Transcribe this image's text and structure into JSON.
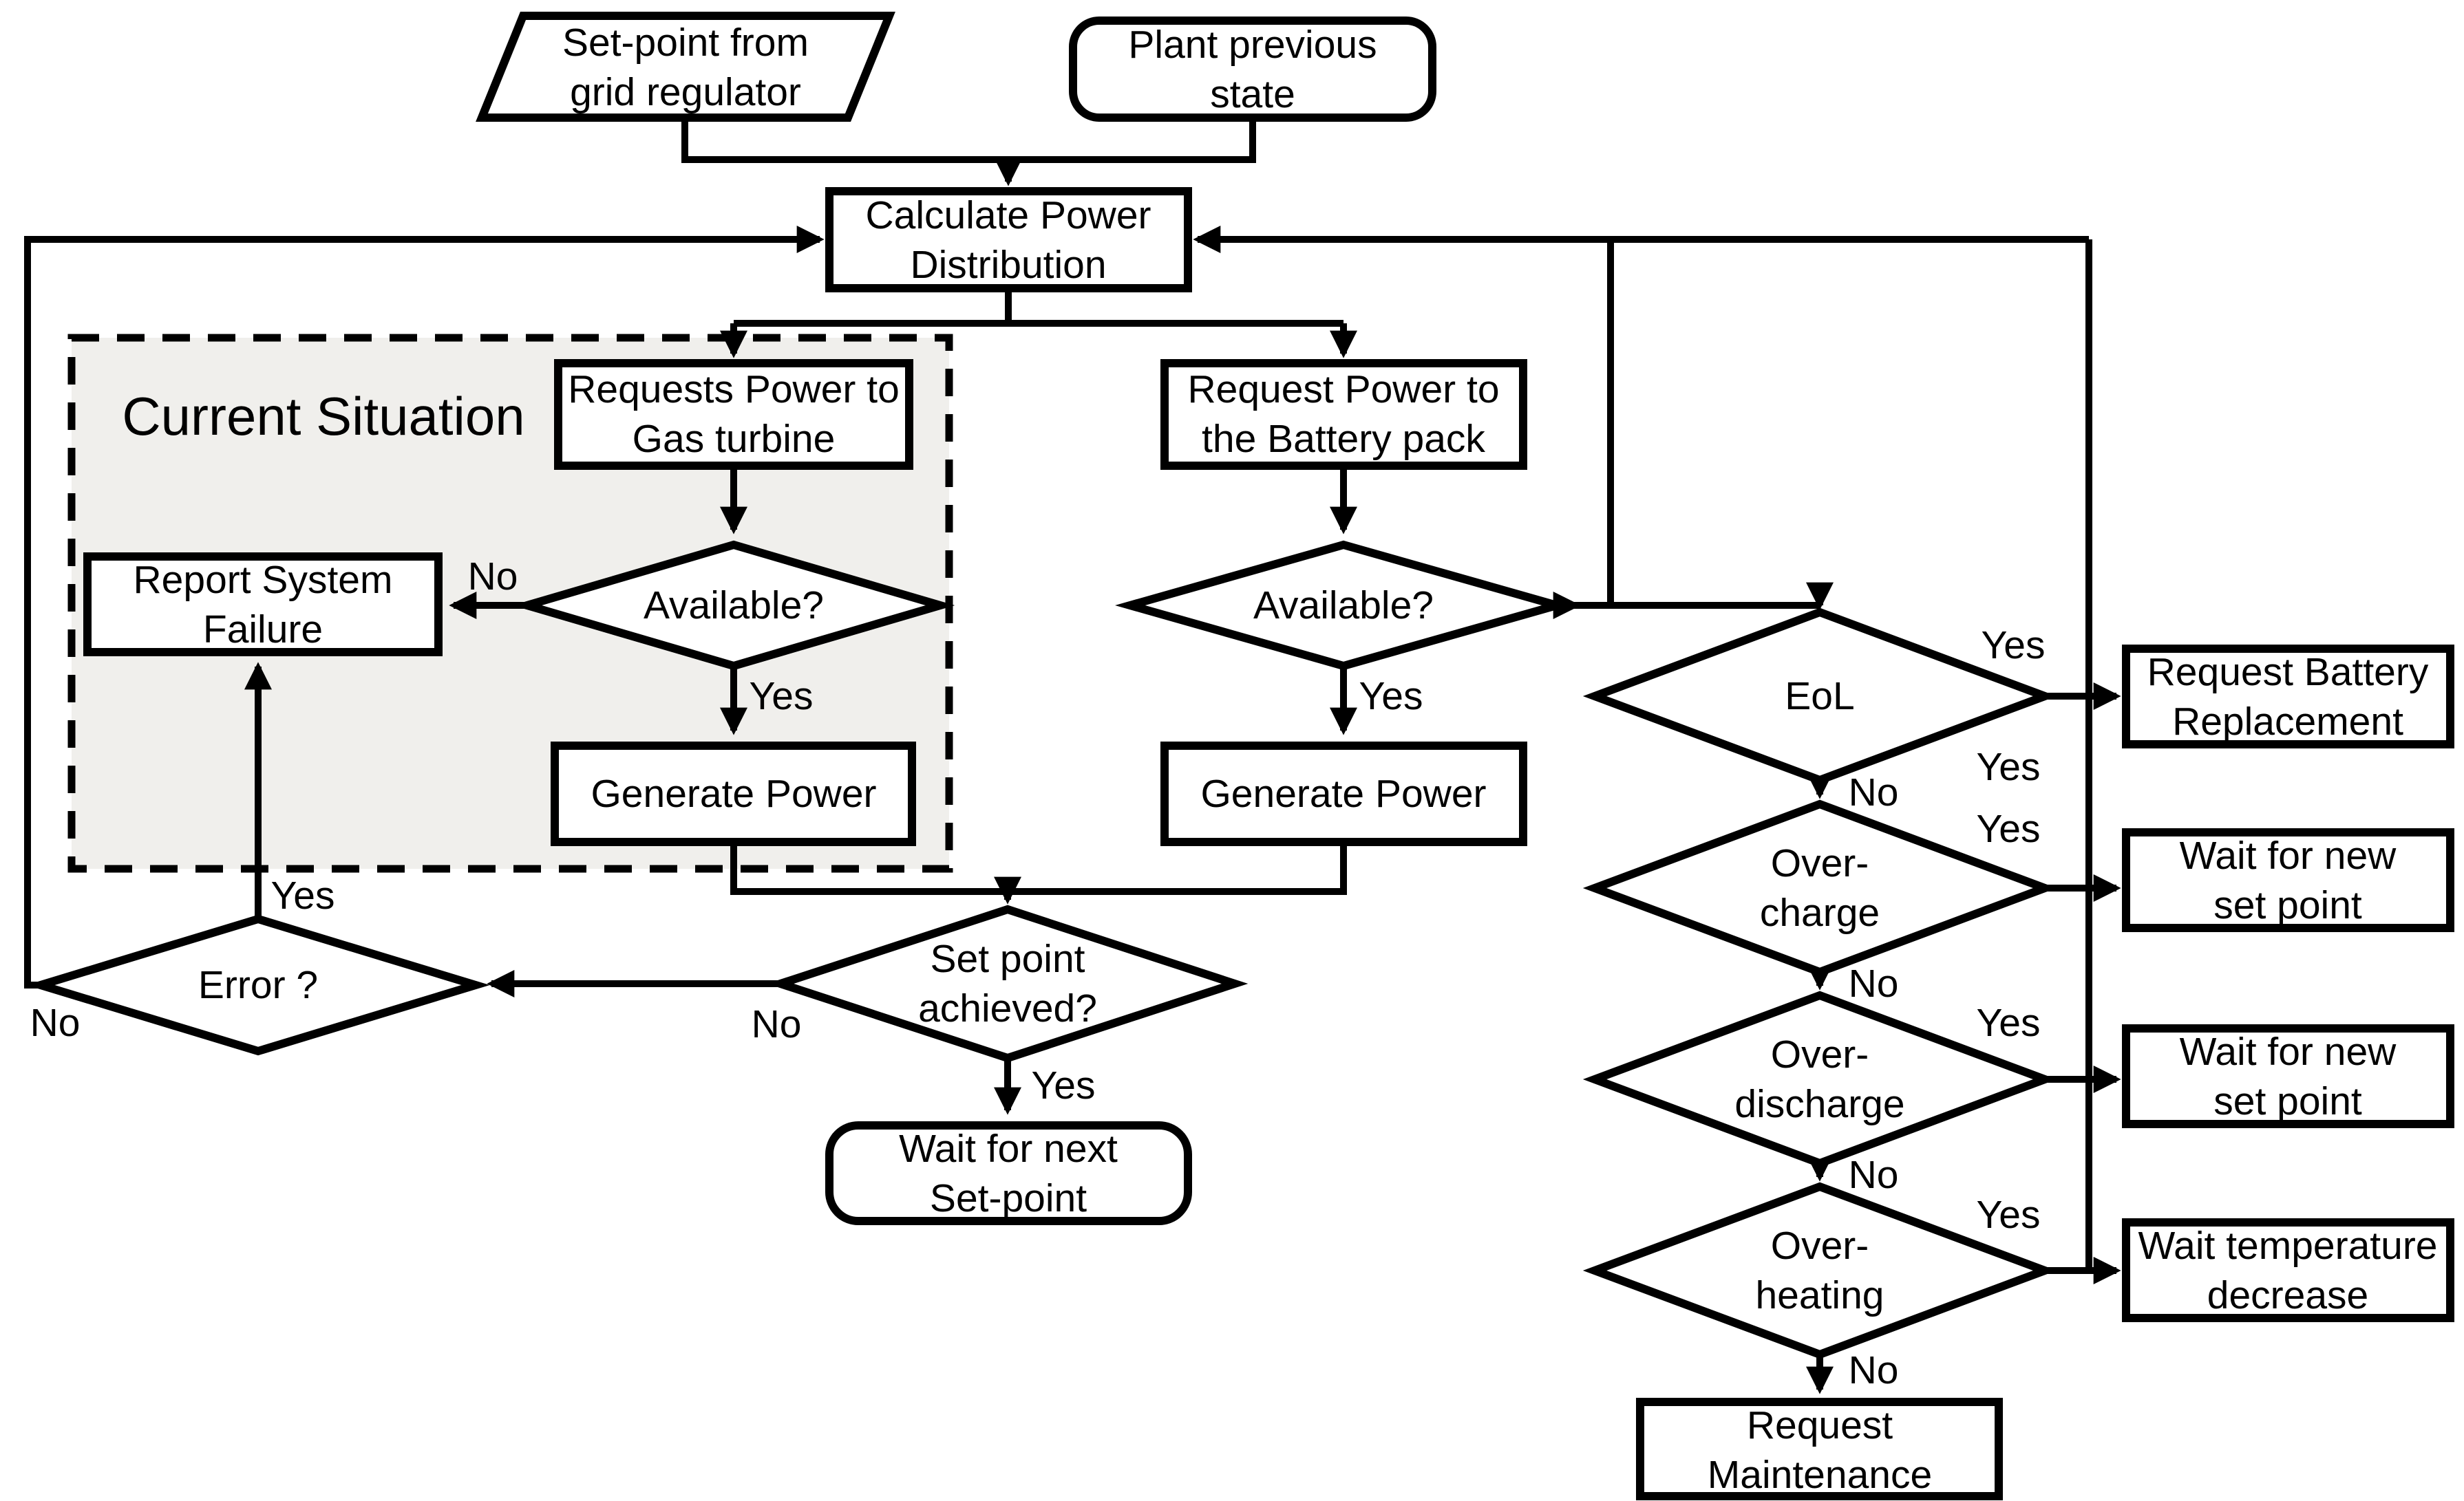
{
  "colors": {
    "background": "#ffffff",
    "line": "#000000",
    "text": "#000000",
    "region_fill": "#f0efec"
  },
  "region": {
    "label": "Current Situation"
  },
  "labels": {
    "yes": "Yes",
    "no": "No"
  },
  "nodes": {
    "setpoint_input": {
      "l1": "Set-point from",
      "l2": "grid regulator"
    },
    "plant_state": {
      "l1": "Plant previous",
      "l2": "state"
    },
    "calc_power": {
      "l1": "Calculate Power",
      "l2": "Distribution"
    },
    "request_gas": {
      "l1": "Requests Power to",
      "l2": "Gas turbine"
    },
    "available_gas": {
      "l1": "Available?"
    },
    "report_failure": {
      "l1": "Report System",
      "l2": "Failure"
    },
    "generate_gas": {
      "l1": "Generate Power"
    },
    "request_battery": {
      "l1": "Request Power to",
      "l2": "the Battery pack"
    },
    "available_battery": {
      "l1": "Available?"
    },
    "generate_battery": {
      "l1": "Generate Power"
    },
    "setpoint_achieved": {
      "l1": "Set point",
      "l2": "achieved?"
    },
    "error": {
      "l1": "Error ?"
    },
    "wait_next_setpoint": {
      "l1": "Wait for next",
      "l2": "Set-point"
    },
    "eol": {
      "l1": "EoL"
    },
    "overcharge": {
      "l1": "Over-",
      "l2": "charge"
    },
    "overdischarge": {
      "l1": "Over-",
      "l2": "discharge"
    },
    "overheating": {
      "l1": "Over-",
      "l2": "heating"
    },
    "request_battery_replacement": {
      "l1": "Request Battery",
      "l2": "Replacement"
    },
    "wait_new_setpoint_1": {
      "l1": "Wait for new",
      "l2": "set point"
    },
    "wait_new_setpoint_2": {
      "l1": "Wait for new",
      "l2": "set point"
    },
    "wait_temperature": {
      "l1": "Wait temperature",
      "l2": "decrease"
    },
    "request_maintenance": {
      "l1": "Request",
      "l2": "Maintenance"
    }
  }
}
